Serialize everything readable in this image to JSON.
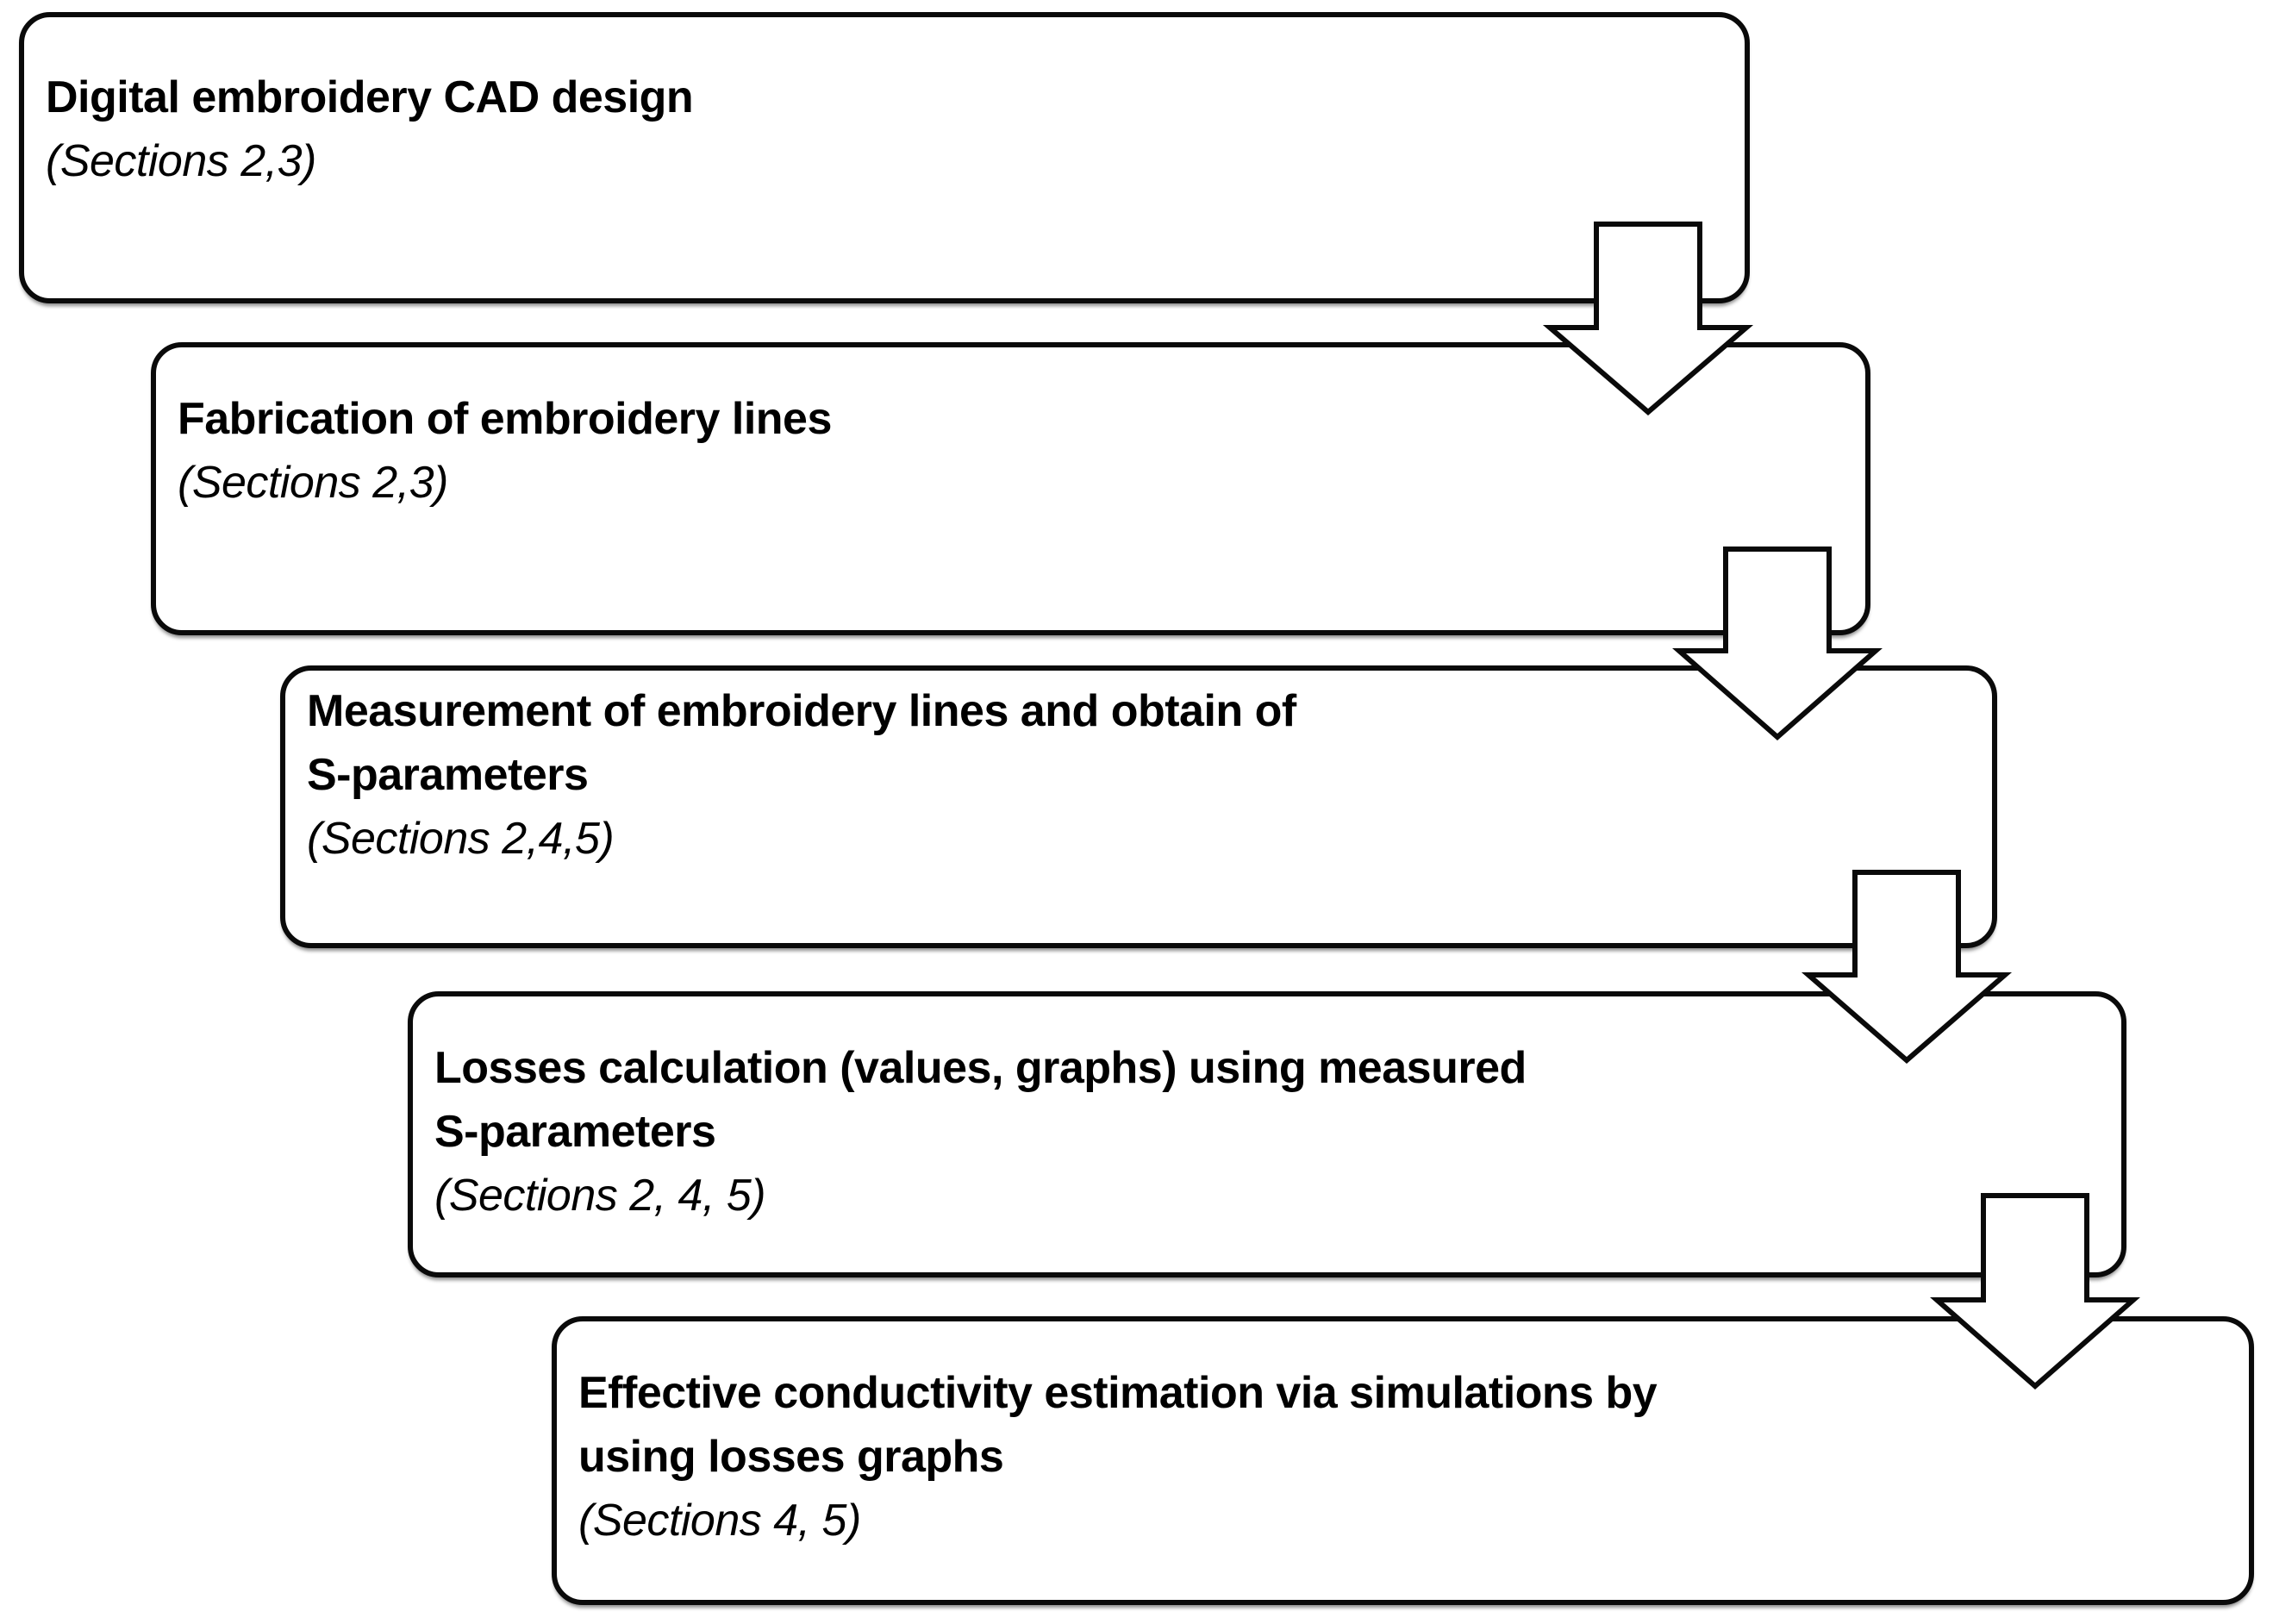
{
  "figure": {
    "type": "flowchart",
    "background_color": "#ffffff",
    "box_fill_color": "#ffffff",
    "stroke_color": "#000000",
    "connector_style": "hollow-down-block-arrow",
    "steps": [
      {
        "title": "Digital embroidery CAD design",
        "sections": "(Sections 2,3)"
      },
      {
        "title": "Fabrication of embroidery lines",
        "sections": "(Sections 2,3)"
      },
      {
        "title": "Measurement of embroidery lines and obtain of\nS-parameters",
        "sections": "(Sections 2,4,5)"
      },
      {
        "title": "Losses calculation (values, graphs) using measured\nS-parameters",
        "sections": "(Sections 2, 4, 5)"
      },
      {
        "title": "Effective conductivity estimation via simulations by\nusing losses graphs",
        "sections": "(Sections 4, 5)"
      }
    ]
  }
}
